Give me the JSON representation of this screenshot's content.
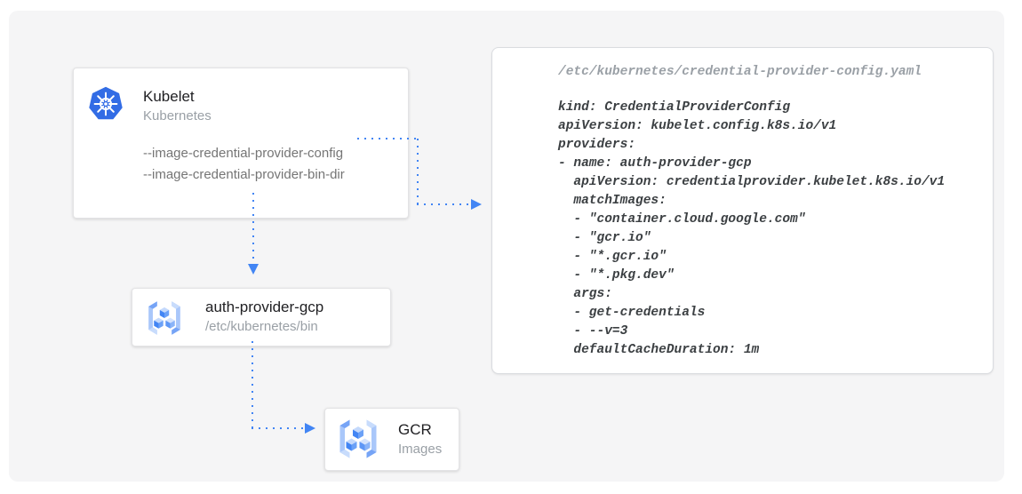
{
  "kubelet_card": {
    "title": "Kubelet",
    "subtitle": "Kubernetes",
    "flags": [
      "--image-credential-provider-config",
      "--image-credential-provider-bin-dir"
    ]
  },
  "auth_provider_card": {
    "title": "auth-provider-gcp",
    "subtitle": "/etc/kubernetes/bin"
  },
  "gcr_card": {
    "title": "GCR",
    "subtitle": "Images"
  },
  "config_card": {
    "filename": "/etc/kubernetes/credential-provider-config.yaml",
    "code_lines": [
      "kind: CredentialProviderConfig",
      "apiVersion: kubelet.config.k8s.io/v1",
      "providers:",
      "- name: auth-provider-gcp",
      "  apiVersion: credentialprovider.kubelet.k8s.io/v1",
      "  matchImages:",
      "  - \"container.cloud.google.com\"",
      "  - \"gcr.io\"",
      "  - \"*.gcr.io\"",
      "  - \"*.pkg.dev\"",
      "  args:",
      "  - get-credentials",
      "  - --v=3",
      "  defaultCacheDuration: 1m"
    ]
  },
  "icons": {
    "kubernetes": "kubernetes-helm-icon",
    "container_registry": "gcr-cubes-icon"
  },
  "colors": {
    "arrow_blue": "#4285f4",
    "kubernetes_blue": "#326ce5",
    "panel_background": "#f5f5f6",
    "code_text": "#3c4043",
    "muted_text": "#9aa0a6"
  }
}
